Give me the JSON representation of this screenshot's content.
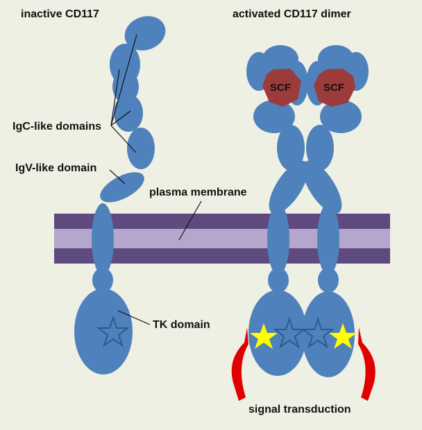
{
  "titles": {
    "inactive": "inactive CD117",
    "active": "activated CD117 dimer"
  },
  "labels": {
    "igc": "IgC-like domains",
    "igv": "IgV-like domain",
    "membrane": "plasma membrane",
    "tk": "TK domain",
    "scf_left": "SCF",
    "scf_right": "SCF",
    "signal": "signal transduction"
  },
  "colors": {
    "background": "#eef0e3",
    "protein": "#4f81bd",
    "protein_outline": "#3a679c",
    "membrane_dark": "#5e4a7e",
    "membrane_light": "#b4a6cc",
    "scf": "#9b3b3a",
    "star_active": "#ffff00",
    "arrow": "#e00000"
  }
}
